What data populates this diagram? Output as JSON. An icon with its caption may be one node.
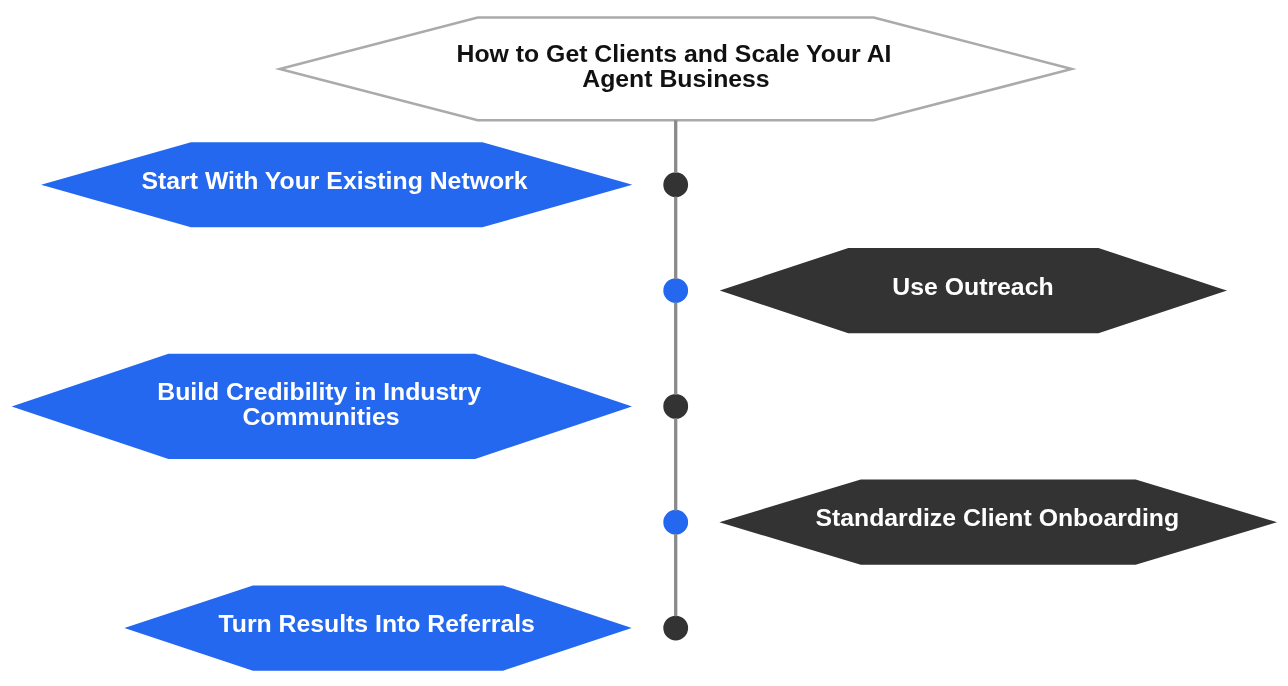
{
  "diagram": {
    "nodes": [
      {
        "text": [
          "How to Get Clients and Scale Your AI Agent Business"
        ]
      },
      {
        "text": [
          "Start With Your Existing Network"
        ]
      },
      {
        "text": [],
        "shape": "circle"
      },
      {
        "text": [],
        "shape": "circle"
      },
      {
        "text": [
          "Use Outreach"
        ]
      },
      {
        "text": [
          "Build Credibility in Industry Communities"
        ]
      },
      {
        "text": [],
        "shape": "circle"
      },
      {
        "text": [],
        "shape": "circle"
      },
      {
        "text": [
          "Standardize Client Onboarding"
        ]
      },
      {
        "text": [
          "Turn Results Into Referrals"
        ]
      },
      {
        "text": [],
        "shape": "circle"
      }
    ],
    "edges": [
      {
        "from": 0,
        "to": 2,
        "arrow": "none"
      },
      {
        "from": 2,
        "to": 3,
        "arrow": "none"
      },
      {
        "from": 3,
        "to": 6,
        "arrow": "none"
      },
      {
        "from": 6,
        "to": 7,
        "arrow": "none"
      },
      {
        "from": 7,
        "to": 10,
        "arrow": "none"
      }
    ]
  }
}
